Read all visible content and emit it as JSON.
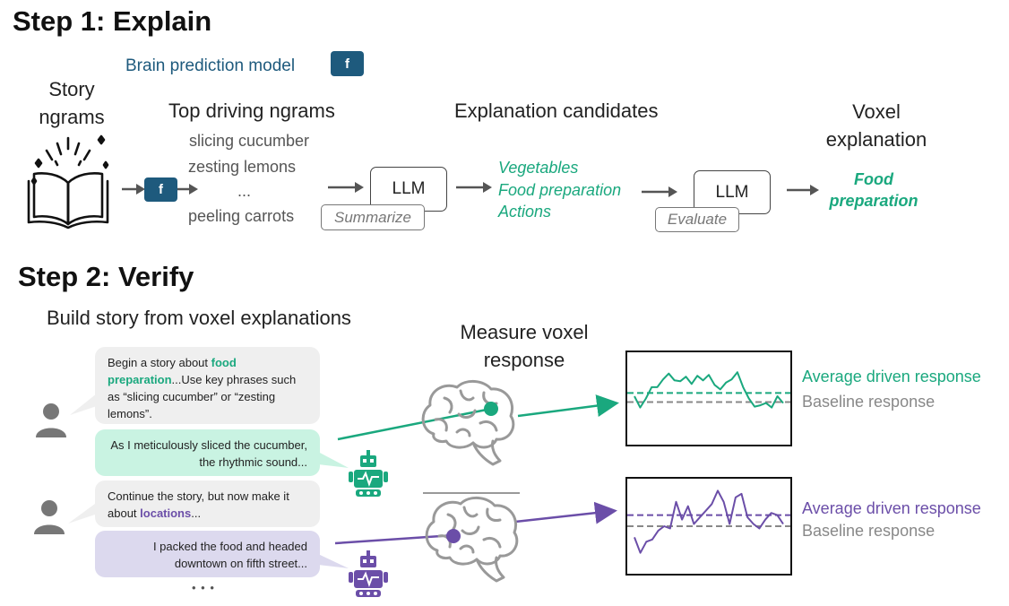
{
  "step1": {
    "title": "Step 1: Explain",
    "brain_model_label": "Brain prediction model",
    "f_label": "f",
    "story_ngrams_label": [
      "Story",
      "ngrams"
    ],
    "top_ngrams_label": "Top driving ngrams",
    "ngrams": [
      "slicing cucumber",
      "zesting lemons",
      "...",
      "peeling carrots"
    ],
    "llm1_label": "LLM",
    "summarize_label": "Summarize",
    "candidates_label": "Explanation candidates",
    "candidates": [
      "Vegetables",
      "Food preparation",
      "Actions"
    ],
    "llm2_label": "LLM",
    "evaluate_label": "Evaluate",
    "voxel_explanation_label": [
      "Voxel",
      "explanation"
    ],
    "voxel_explanation": [
      "Food",
      "preparation"
    ]
  },
  "step2": {
    "title": "Step 2: Verify",
    "build_story_label": "Build story from voxel explanations",
    "measure_label": [
      "Measure voxel",
      "response"
    ],
    "prompt1": {
      "pre": "Begin a story about ",
      "highlight": "food preparation",
      "post": "...Use key phrases such as “slicing cucumber” or “zesting lemons”."
    },
    "response1": "As I meticulously sliced the cucumber, the rhythmic sound...",
    "prompt2": {
      "pre": "Continue the story, but now make it about ",
      "highlight": "locations",
      "post": "..."
    },
    "response2": "I packed the food and headed downtown on fifth street...",
    "ellipsis": "• • •",
    "legend1": {
      "driven": "Average driven response",
      "baseline": "Baseline response"
    },
    "legend2": {
      "driven": "Average driven response",
      "baseline": "Baseline response"
    }
  },
  "colors": {
    "teal": "#1aa87e",
    "purple": "#6b4ea8",
    "f_badge": "#1e5a7d",
    "brain_model_text": "#1e5a7d",
    "baseline": "#888888"
  },
  "chart_data": [
    {
      "type": "line",
      "series": [
        {
          "values": [
            0.35,
            0.1,
            0.3,
            0.55,
            0.55,
            0.72,
            0.85,
            0.7,
            0.68,
            0.78,
            0.62,
            0.8,
            0.7,
            0.82,
            0.6,
            0.5,
            0.65,
            0.72,
            0.88,
            0.55,
            0.3,
            0.12,
            0.15,
            0.2,
            0.1,
            0.35,
            0.2
          ]
        }
      ],
      "reference_lines": {
        "driven": 0.42,
        "baseline": 0.22
      },
      "ylim": [
        -0.6,
        1.2
      ],
      "grid": false
    },
    {
      "type": "line",
      "series": [
        {
          "values": [
            -0.2,
            -0.55,
            -0.3,
            -0.25,
            -0.05,
            0.05,
            0.0,
            0.6,
            0.2,
            0.5,
            0.1,
            0.25,
            0.4,
            0.55,
            0.85,
            0.6,
            0.1,
            0.7,
            0.78,
            0.25,
            0.1,
            0.0,
            0.2,
            0.35,
            0.3,
            0.1
          ]
        }
      ],
      "reference_lines": {
        "driven": 0.3,
        "baseline": 0.05
      },
      "ylim": [
        -0.9,
        1.0
      ],
      "grid": false
    }
  ]
}
